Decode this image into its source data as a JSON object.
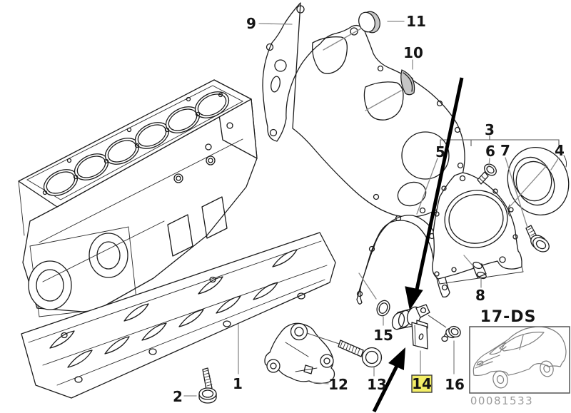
{
  "diagram_type": "exploded-parts-diagram",
  "callouts": {
    "p1": "1",
    "p2": "2",
    "p3": "3",
    "p4": "4",
    "p5": "5",
    "p6": "6",
    "p7": "7",
    "p8": "8",
    "p9": "9",
    "p10": "10",
    "p11": "11",
    "p12": "12",
    "p13": "13",
    "p14": "14",
    "p15": "15",
    "p16": "16",
    "section": "17-DS"
  },
  "watermark": "00081533",
  "highlight": {
    "part": "14",
    "bg": "#f3ee66",
    "border": "#3a3a3a",
    "text_color": "#6f6f10"
  },
  "colors": {
    "line": "#1c1c1c",
    "leader": "#8a8a8a",
    "arrow": "#000000",
    "background": "#ffffff",
    "watermark_text": "#9b9b9b"
  }
}
